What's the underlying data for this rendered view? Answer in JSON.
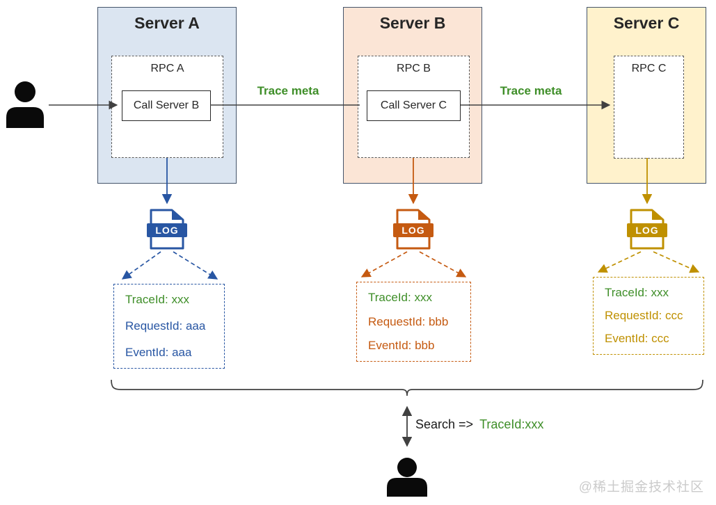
{
  "servers": [
    {
      "title": "Server A",
      "rpc_label": "RPC A",
      "call_box": "Call Server B",
      "fill": "#dbe5f1",
      "accent": "#2856a3"
    },
    {
      "title": "Server B",
      "rpc_label": "RPC B",
      "call_box": "Call Server C",
      "fill": "#fbe5d6",
      "accent": "#c55a11"
    },
    {
      "title": "Server C",
      "rpc_label": "RPC C",
      "call_box": "",
      "fill": "#fff2cc",
      "accent": "#bf9000"
    }
  ],
  "edges": {
    "trace_meta_1": "Trace meta",
    "trace_meta_2": "Trace meta"
  },
  "log_icons": [
    {
      "label": "LOG",
      "color": "#2856a3"
    },
    {
      "label": "LOG",
      "color": "#c55a11"
    },
    {
      "label": "LOG",
      "color": "#bf9000"
    }
  ],
  "trace_boxes": [
    {
      "trace_id": "TraceId: xxx",
      "request_id": "RequestId: aaa",
      "event_id": "EventId: aaa"
    },
    {
      "trace_id": "TraceId: xxx",
      "request_id": "RequestId: bbb",
      "event_id": "EventId: bbb"
    },
    {
      "trace_id": "TraceId: xxx",
      "request_id": "RequestId: ccc",
      "event_id": "EventId: ccc"
    }
  ],
  "search": {
    "prefix": "Search =>",
    "query": "TraceId:xxx"
  },
  "watermark": "@稀土掘金技术社区",
  "colors": {
    "green_text": "#3e8e28",
    "blue_theme": "#2856a3",
    "orange_theme": "#c55a11",
    "gold_theme": "#bf9000",
    "arrow_dark": "#404040",
    "server_a_fill": "#dbe5f1",
    "server_b_fill": "#fbe5d6",
    "server_c_fill": "#fff2cc"
  }
}
